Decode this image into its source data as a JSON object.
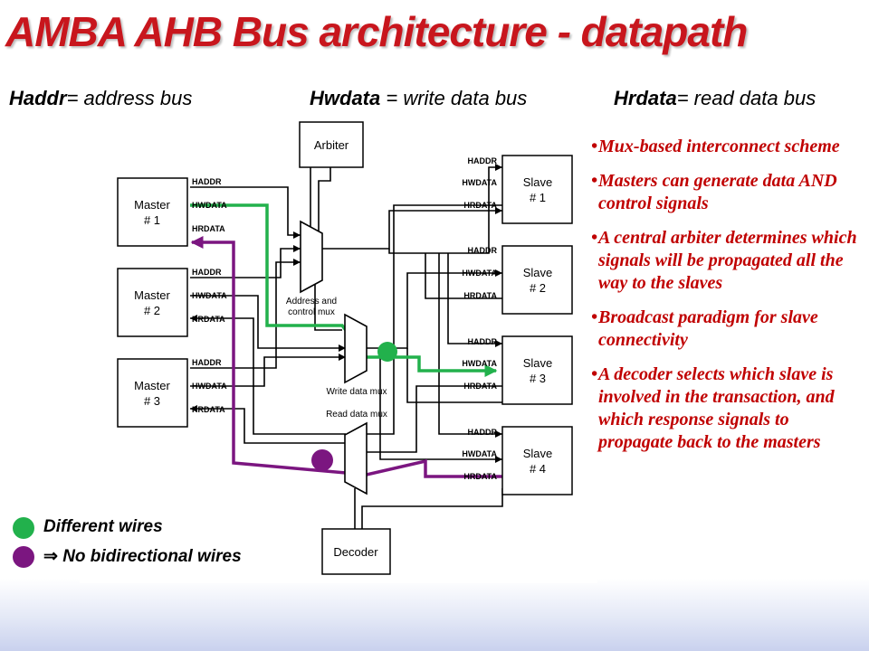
{
  "title": "AMBA AHB Bus architecture - datapath",
  "legend": {
    "haddr_bold": "Haddr",
    "haddr_rest": "= address bus",
    "hwdata_bold": "Hwdata",
    "hwdata_rest": " = write data bus",
    "hrdata_bold": "Hrdata",
    "hrdata_rest": "= read data bus"
  },
  "bullets": [
    "Mux-based interconnect scheme",
    " Masters can generate data AND control signals",
    " A central arbiter determines which signals will be propagated all the way to the slaves",
    "Broadcast paradigm for slave connectivity",
    " A decoder selects which slave is involved in the transaction, and which response signals to propagate back to the masters"
  ],
  "diagram": {
    "arbiter": "Arbiter",
    "decoder": "Decoder",
    "masters": [
      {
        "line1": "Master",
        "line2": "# 1"
      },
      {
        "line1": "Master",
        "line2": "# 2"
      },
      {
        "line1": "Master",
        "line2": "# 3"
      }
    ],
    "slaves": [
      {
        "line1": "Slave",
        "line2": "# 1"
      },
      {
        "line1": "Slave",
        "line2": "# 2"
      },
      {
        "line1": "Slave",
        "line2": "# 3"
      },
      {
        "line1": "Slave",
        "line2": "# 4"
      }
    ],
    "signal_haddr": "HADDR",
    "signal_hwdata": "HWDATA",
    "signal_hrdata": "HRDATA",
    "addr_mux_label_1": "Address and",
    "addr_mux_label_2": "control mux",
    "write_mux_label": "Write data mux",
    "read_mux_label": "Read data mux"
  },
  "key": {
    "green_text": "Different wires",
    "purple_text": " No bidirectional wires",
    "arrow_symbol": "⇒"
  },
  "colors": {
    "title": "#c8161d",
    "bullets": "#c00000",
    "green_wire": "#22b14c",
    "purple_wire": "#7b1680"
  }
}
